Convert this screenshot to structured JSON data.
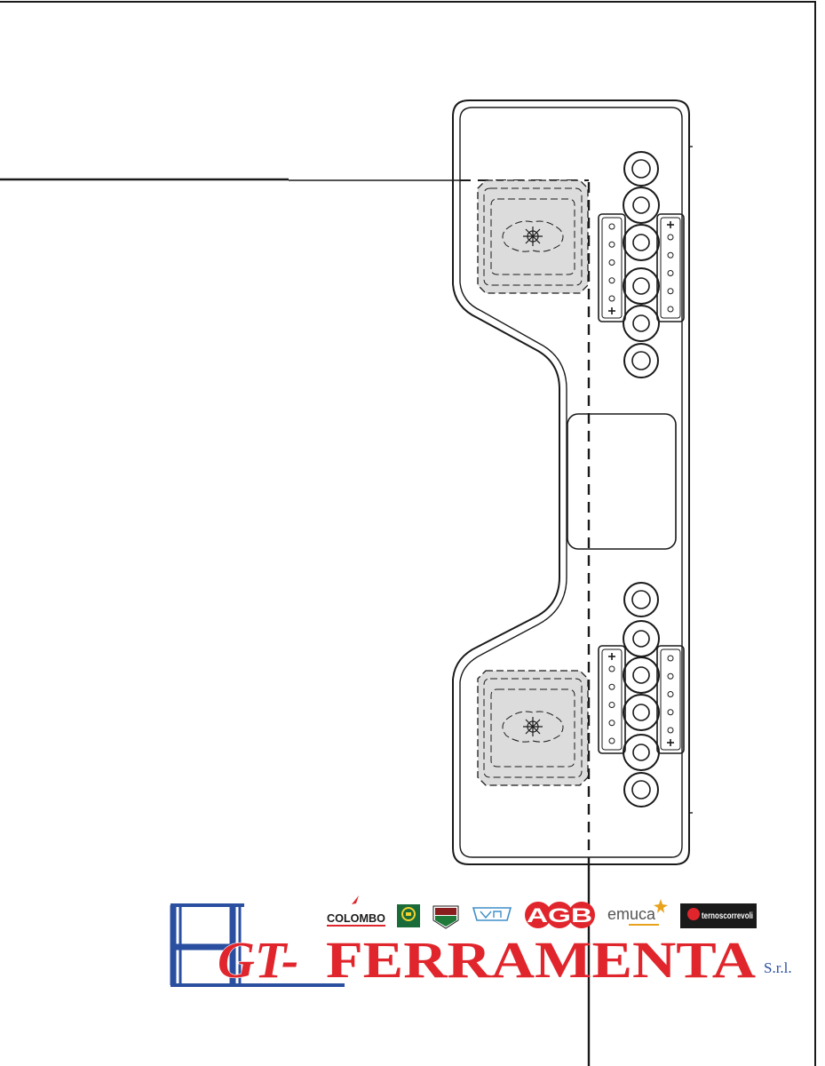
{
  "drawing": {
    "colors": {
      "line": "#1a1a1a",
      "pocket_fill": "#dcdcdc",
      "paper": "#ffffff"
    }
  },
  "logo": {
    "mark": "GT-",
    "name": "FERRAMENTA",
    "suffix": "S.r.l.",
    "colors": {
      "red": "#e0262c",
      "blue": "#2a4fa0"
    },
    "partners": [
      "COLOMBO",
      "AGB",
      "emuca",
      "ternoscorrevoli"
    ]
  }
}
